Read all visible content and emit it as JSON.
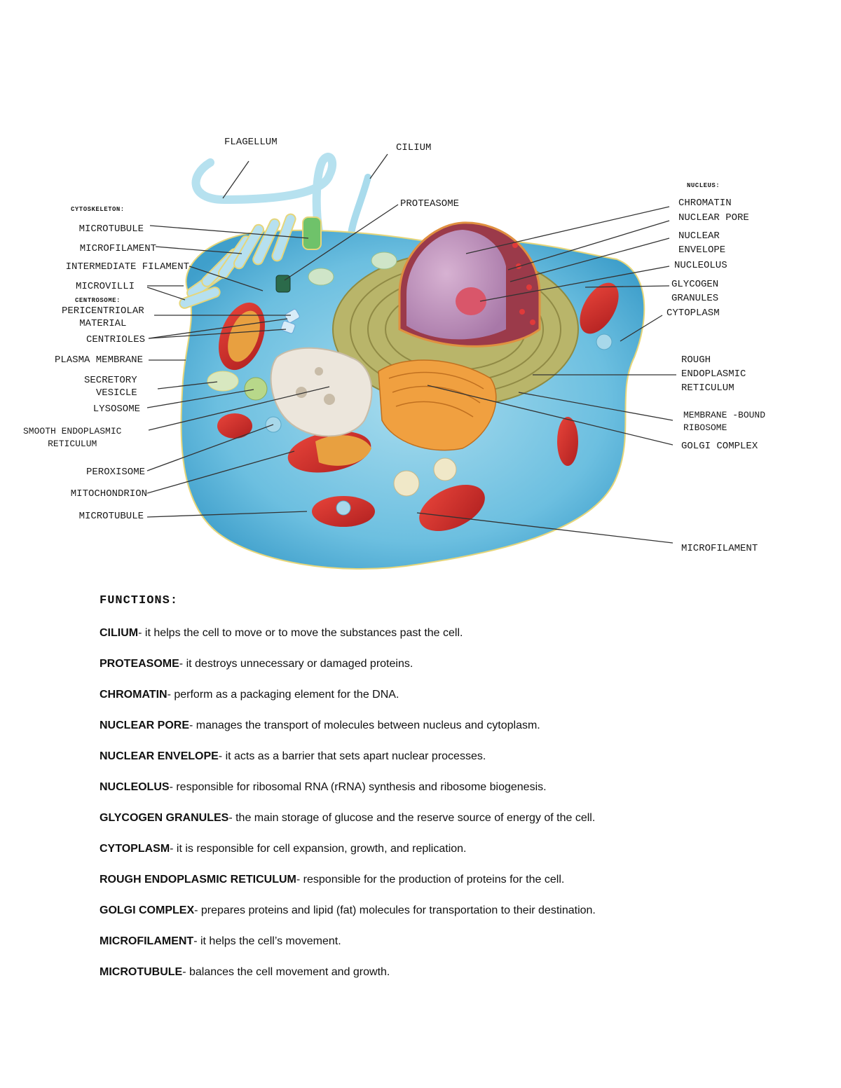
{
  "diagram": {
    "group_titles": {
      "cytoskeleton": "CYTOSKELETON:",
      "centrosome": "CENTROSOME:",
      "nucleus": "NUCLEUS:"
    },
    "top_labels": {
      "flagellum": "FLAGELLUM",
      "cilium": "CILIUM",
      "proteasome": "PROTEASOME"
    },
    "left_labels": [
      {
        "id": "microtubule-top",
        "text": "MICROTUBULE"
      },
      {
        "id": "microfilament-left",
        "text": "MICROFILAMENT"
      },
      {
        "id": "intermediate-filament",
        "text": "INTERMEDIATE FILAMENT"
      },
      {
        "id": "microvilli",
        "text": "MICROVILLI"
      },
      {
        "id": "pericentriolar-material",
        "text": "PERICENTRIOLAR\nMATERIAL"
      },
      {
        "id": "centrioles",
        "text": "CENTRIOLES"
      },
      {
        "id": "plasma-membrane",
        "text": "PLASMA MEMBRANE"
      },
      {
        "id": "secretory-vesicle",
        "text": "SECRETORY\nVESICLE"
      },
      {
        "id": "lysosome",
        "text": "LYSOSOME"
      },
      {
        "id": "smooth-er",
        "text": "SMOOTH ENDOPLASMIC\nRETICULUM"
      },
      {
        "id": "peroxisome",
        "text": "PEROXISOME"
      },
      {
        "id": "mitochondrion",
        "text": "MITOCHONDRION"
      },
      {
        "id": "microtubule-bottom",
        "text": "MICROTUBULE"
      }
    ],
    "right_labels": [
      {
        "id": "chromatin",
        "text": "CHROMATIN"
      },
      {
        "id": "nuclear-pore",
        "text": "NUCLEAR PORE"
      },
      {
        "id": "nuclear-envelope",
        "text": "NUCLEAR\nENVELOPE"
      },
      {
        "id": "nucleolus",
        "text": "NUCLEOLUS"
      },
      {
        "id": "glycogen-granules",
        "text": "GLYCOGEN\nGRANULES"
      },
      {
        "id": "cytoplasm",
        "text": "CYTOPLASM"
      },
      {
        "id": "rough-er",
        "text": "ROUGH\nENDOPLASMIC\nRETICULUM"
      },
      {
        "id": "membrane-bound-ribosome",
        "text": "MEMBRANE -BOUND\nRIBOSOME"
      },
      {
        "id": "golgi-complex",
        "text": "GOLGI COMPLEX"
      },
      {
        "id": "microfilament-right",
        "text": "MICROFILAMENT"
      }
    ],
    "colors": {
      "cytoplasm": "#7ec8e3",
      "cytoplasm_dark": "#4fa9cf",
      "membrane": "#e8d46a",
      "nucleus": "#9b3a4a",
      "nucleoplasm": "#c59ac0",
      "nucleolus": "#d9566a",
      "rough_er": "#b9b56a",
      "golgi": "#f0a040",
      "mitochondrion": "#d9342b",
      "mito_inner": "#e8a040",
      "smooth_er": "#ece6dc",
      "lysosome": "#b8d88a",
      "vesicle": "#f0e8c8",
      "leader_line": "#333333"
    }
  },
  "functions": {
    "heading": "FUNCTIONS:",
    "items": [
      {
        "term": "CILIUM",
        "desc": "- it helps the cell to move or to move the substances past the cell."
      },
      {
        "term": "PROTEASOME",
        "desc": "- it destroys unnecessary or damaged proteins."
      },
      {
        "term": "CHROMATIN",
        "desc": "- perform as a packaging element for the DNA."
      },
      {
        "term": "NUCLEAR PORE",
        "desc": "- manages the transport of molecules between nucleus and cytoplasm."
      },
      {
        "term": "NUCLEAR ENVELOPE",
        "desc": "- it acts as a barrier that sets apart nuclear processes."
      },
      {
        "term": "NUCLEOLUS",
        "desc": "- responsible for ribosomal RNA (rRNA) synthesis and ribosome biogenesis."
      },
      {
        "term": "GLYCOGEN GRANULES",
        "desc": "- the main storage of glucose and the reserve source of energy of the cell."
      },
      {
        "term": "CYTOPLASM",
        "desc": "- it is responsible for cell expansion, growth, and replication."
      },
      {
        "term": "ROUGH ENDOPLASMIC RETICULUM",
        "desc": "- responsible for the production of proteins for the cell."
      },
      {
        "term": "GOLGI COMPLEX",
        "desc": "- prepares proteins and lipid (fat) molecules for transportation to their destination."
      },
      {
        "term": "MICROFILAMENT",
        "desc": "- it helps the cell’s movement."
      },
      {
        "term": "MICROTUBULE",
        "desc": "- balances the cell movement and growth."
      }
    ]
  }
}
